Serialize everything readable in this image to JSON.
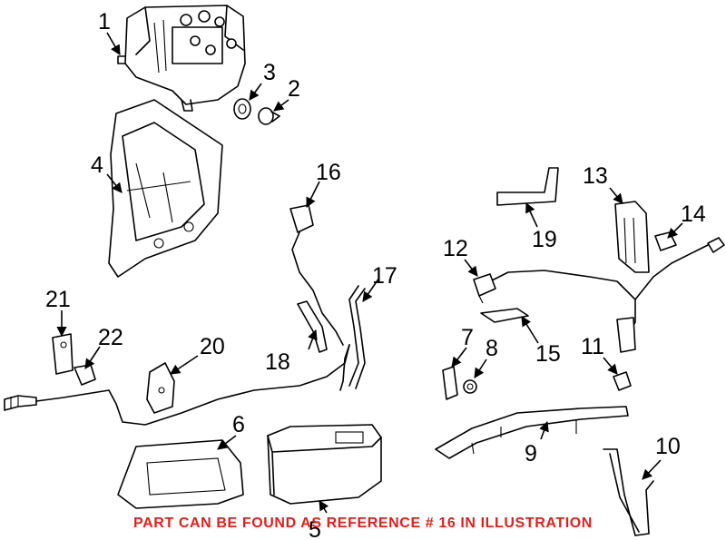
{
  "callouts": [
    "1",
    "2",
    "3",
    "4",
    "5",
    "6",
    "7",
    "8",
    "9",
    "10",
    "11",
    "12",
    "13",
    "14",
    "15",
    "16",
    "17",
    "18",
    "19",
    "20",
    "21",
    "22"
  ],
  "note": "PART CAN BE FOUND AS REFERENCE # 16 IN ILLUSTRATION",
  "colors": {
    "note": "#e0201b",
    "lines": "#000000",
    "background": "#ffffff"
  }
}
